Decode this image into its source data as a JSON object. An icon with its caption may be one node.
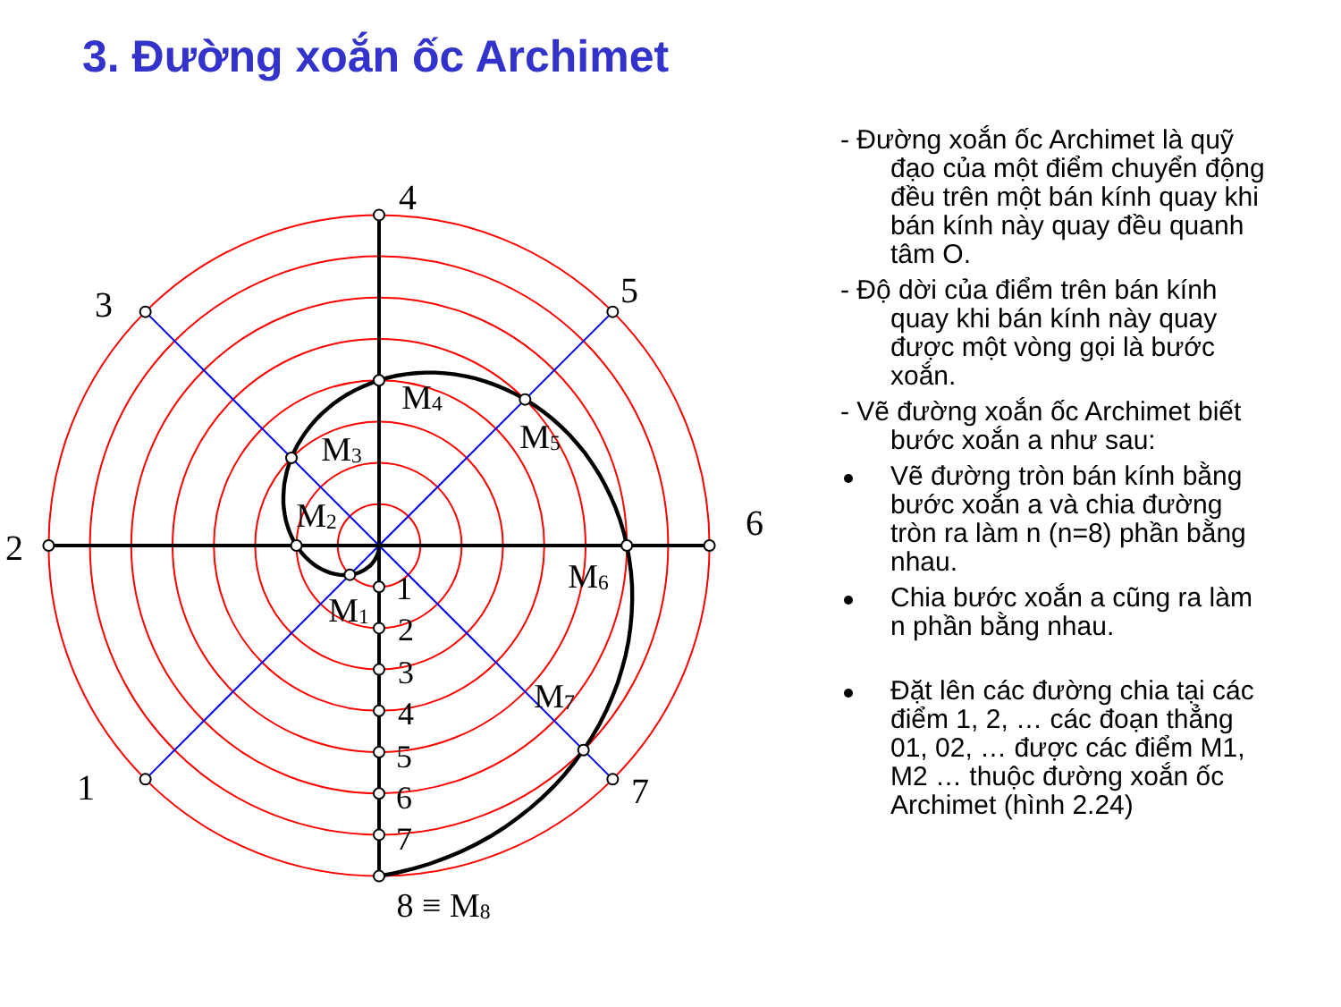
{
  "diagram": {
    "title": "3. Đường xoắn ốc Archimet",
    "labels": [
      "1",
      "2",
      "3",
      "4",
      "5",
      "6",
      "7",
      "1",
      "2",
      "3",
      "4",
      "5",
      "6",
      "7",
      "M$_{1}$",
      "M$_{2}$",
      "M$_{3}$",
      "M$_{4}$",
      "M$_{5}$",
      "M$_{6}$",
      "M$_{7}$",
      "8 ≡ M$_{8}$",
      "- Đường xoắn ốc Archimet là quỹ đạo của một điểm chuyển động đều trên một bán kính quay khi bán kính này quay đều quanh tâm O.",
      "- Độ dời của điểm trên bán kính quay khi bán kính này quay được một vòng gọi là bước xoắn.",
      "- Vẽ đường xoắn ốc Archimet biết bước xoắn a như sau:",
      "Vẽ đường tròn bán kính bằng bước xoắn a và chia đường tròn ra làm n (n=8) phần bằng nhau.",
      "Chia bước xoắn a cũng ra làm n phần bằng nhau.",
      "Đặt lên các đường chia tại các điểm 1, 2, … các đoạn thẳng 01, 02, … được các điểm M1, M2 … thuộc đường xoắn ốc Archimet (hình 2.24)"
    ]
  }
}
